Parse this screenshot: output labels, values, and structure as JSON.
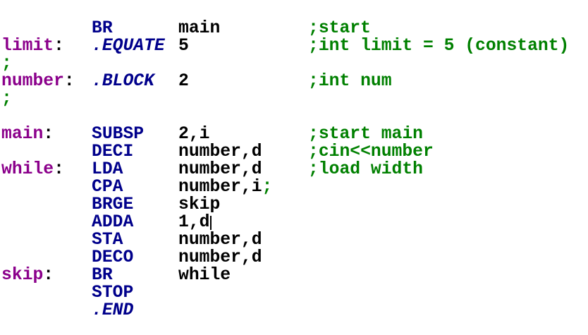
{
  "editor": {
    "background": "#ffffff",
    "colors": {
      "label": "#8B008B",
      "colon": "#000000",
      "mnemonic": "#00008B",
      "dot_command": "#00008B",
      "operand": "#000000",
      "comment": "#008000",
      "cursor": "#000000"
    },
    "syntax": {
      "label_suffix": ":"
    },
    "lines": [
      {
        "mnemonic": "BR",
        "operand": "main",
        "comment": ";start"
      },
      {
        "label": "limit",
        "mnemonic": ".EQUATE",
        "dot": true,
        "operand": "5",
        "comment": ";int limit = 5 (constant)"
      },
      {
        "comment": ";",
        "solo": true
      },
      {
        "label": "number",
        "mnemonic": ".BLOCK",
        "dot": true,
        "operand": "2",
        "comment": ";int num"
      },
      {
        "comment": ";",
        "solo": true
      },
      {},
      {
        "label": "main",
        "mnemonic": "SUBSP",
        "operand": "2,i",
        "comment": ";start main"
      },
      {
        "mnemonic": "DECI",
        "operand": "number,d",
        "comment": ";cin<<number"
      },
      {
        "label": "while",
        "mnemonic": "LDA",
        "operand": "number,d",
        "comment": ";load width"
      },
      {
        "mnemonic": "CPA",
        "operand": "number,i",
        "comment": ";",
        "attached": true
      },
      {
        "mnemonic": "BRGE",
        "operand": "skip"
      },
      {
        "mnemonic": "ADDA",
        "operand": "1,d",
        "cursor": true
      },
      {
        "mnemonic": "STA",
        "operand": "number,d"
      },
      {
        "mnemonic": "DECO",
        "operand": "number,d"
      },
      {
        "label": "skip",
        "mnemonic": "BR",
        "operand": "while"
      },
      {
        "mnemonic": "STOP"
      },
      {
        "mnemonic": ".END",
        "dot": true
      }
    ]
  }
}
